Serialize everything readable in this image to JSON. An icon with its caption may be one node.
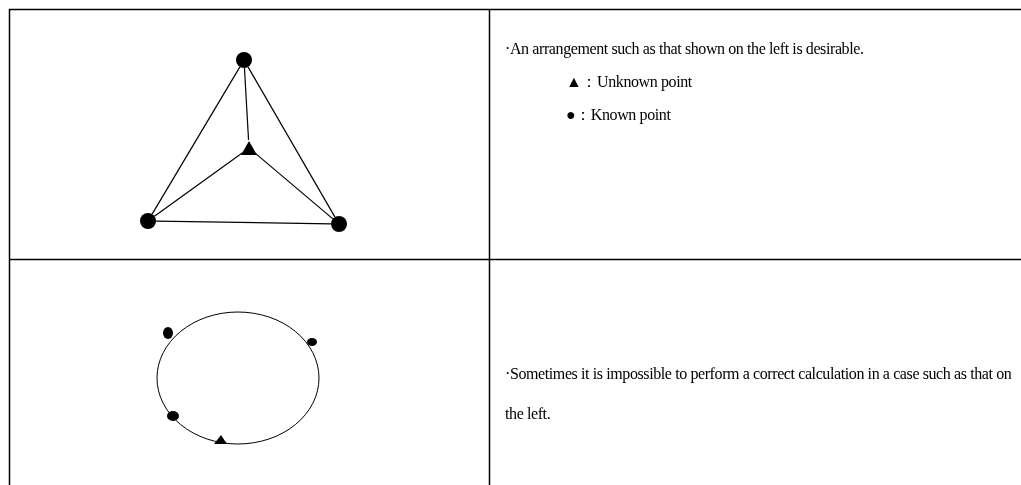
{
  "diagram": {
    "nodes": [
      {
        "text": [],
        "shape": "circle"
      },
      {
        "text": [],
        "shape": "triangle"
      },
      {
        "text": [],
        "shape": "circle"
      },
      {
        "text": [],
        "shape": "circle"
      }
    ],
    "edges": [
      {
        "from": 0,
        "to": 2,
        "arrow": "none"
      },
      {
        "from": 0,
        "to": 3,
        "arrow": "none"
      },
      {
        "from": 2,
        "to": 3,
        "arrow": "none"
      },
      {
        "from": 0,
        "to": 1,
        "arrow": "none"
      },
      {
        "from": 2,
        "to": 1,
        "arrow": "none"
      },
      {
        "from": 3,
        "to": 1,
        "arrow": "none"
      }
    ],
    "labels": [
      "·An arrangement such as that shown on the left is desirable.",
      "▲：Unknown point",
      "●：Known point",
      "·Sometimes it is impossible to perform a correct calculation in a case such as that on the left."
    ]
  }
}
